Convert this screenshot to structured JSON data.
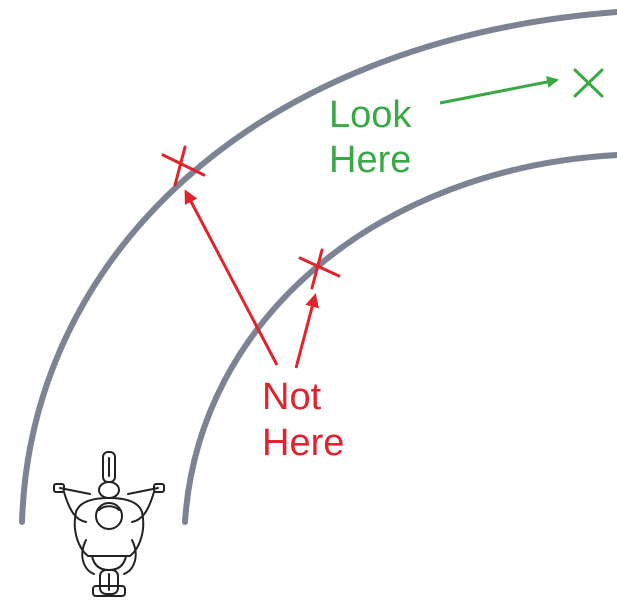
{
  "labels": {
    "look_line1": "Look",
    "look_line2": "Here",
    "not_line1": "Not",
    "not_line2": "Here"
  },
  "colors": {
    "road_edge": "#7c8494",
    "look_here": "#3aa844",
    "not_here": "#e0242c",
    "rider": "#222222"
  },
  "icons": {
    "rider": "motorcycle-rider-top-view-icon",
    "good_target": "x-mark-icon",
    "bad_target": "x-mark-icon"
  }
}
